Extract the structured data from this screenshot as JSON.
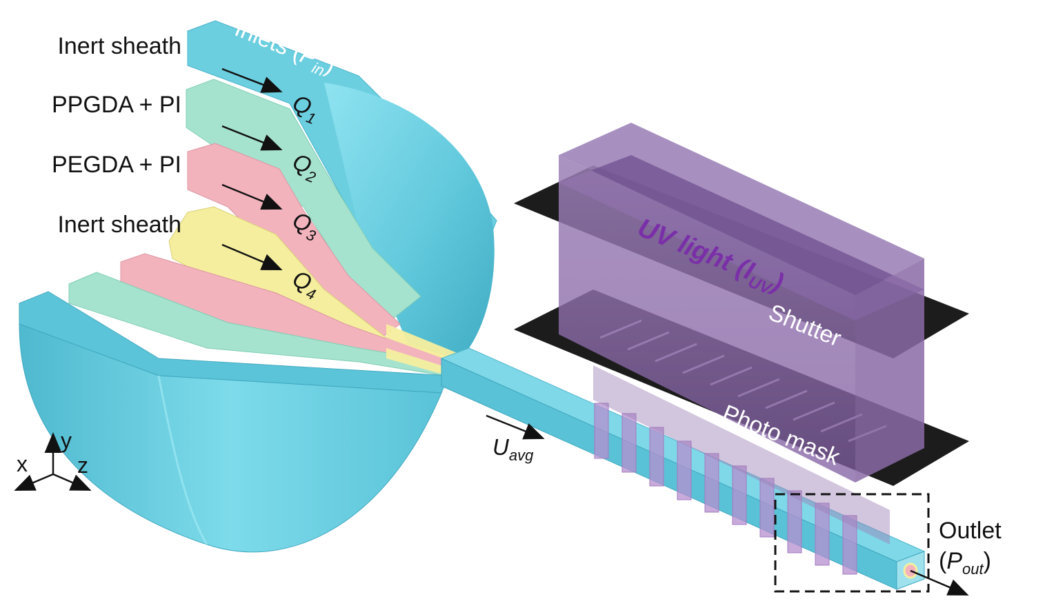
{
  "inlet_labels": [
    "Inert sheath",
    "PPGDA + PI",
    "PEGDA + PI",
    "Inert sheath"
  ],
  "inlets_header": {
    "text": "Inlets (",
    "symbol": "P",
    "subscript": "in",
    "close": ")"
  },
  "flow_rates": [
    {
      "symbol": "Q",
      "subscript": "1"
    },
    {
      "symbol": "Q",
      "subscript": "2"
    },
    {
      "symbol": "Q",
      "subscript": "3"
    },
    {
      "symbol": "Q",
      "subscript": "4"
    }
  ],
  "velocity": {
    "symbol": "U",
    "subscript": "avg"
  },
  "uv_light": {
    "text": "UV light (",
    "symbol": "I",
    "subscript": "UV",
    "close": ")"
  },
  "shutter_label": "Shutter",
  "photomask_label": "Photo mask",
  "outlet": {
    "line1": "Outlet",
    "open": "(",
    "symbol": "P",
    "subscript": "out",
    "close": ")"
  },
  "axes": {
    "x": "x",
    "y": "y",
    "z": "z"
  },
  "colors": {
    "sheath": "#6ccfe0",
    "ppgda": "#a6e3cf",
    "pegda": "#f2b3bd",
    "inner_sheath": "#f5ee9e",
    "uv_box": "#8b6aa8",
    "mask": "#1c1c1c",
    "uv_text": "#7a2fa8"
  }
}
